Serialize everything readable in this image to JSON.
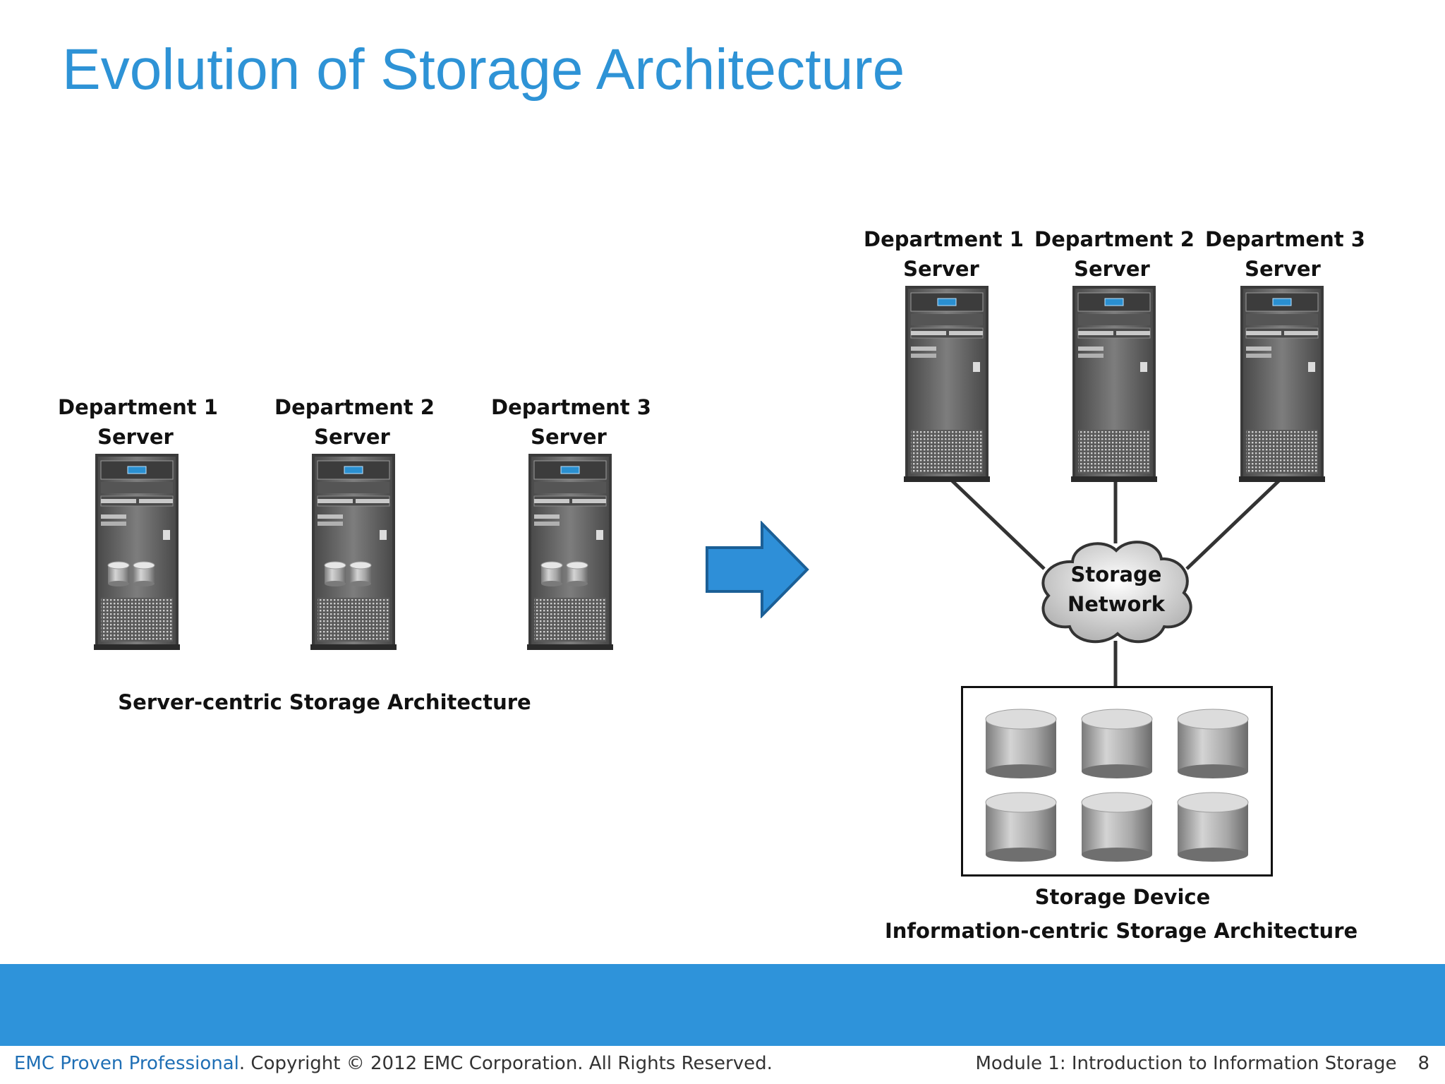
{
  "slide": {
    "title": "Evolution of Storage Architecture",
    "left": {
      "servers": [
        {
          "line1": "Department 1",
          "line2": "Server"
        },
        {
          "line1": "Department 2",
          "line2": "Server"
        },
        {
          "line1": "Department 3",
          "line2": "Server"
        }
      ],
      "caption": "Server-centric Storage Architecture"
    },
    "right": {
      "servers": [
        {
          "line1": "Department 1",
          "line2": "Server"
        },
        {
          "line1": "Department 2",
          "line2": "Server"
        },
        {
          "line1": "Department 3",
          "line2": "Server"
        }
      ],
      "network": {
        "line1": "Storage",
        "line2": "Network"
      },
      "device_label": "Storage Device",
      "caption": "Information-centric Storage Architecture"
    }
  },
  "colors": {
    "title": "#2e93d6",
    "banner": "#2e93da",
    "arrow": "#2e8fd8",
    "brand": "#1f6fb5"
  },
  "footer": {
    "brand": "EMC Proven Professional",
    "copyright": ". Copyright © 2012 EMC Corporation. All Rights Reserved.",
    "module": "Module 1: Introduction to Information Storage",
    "page": "8"
  }
}
